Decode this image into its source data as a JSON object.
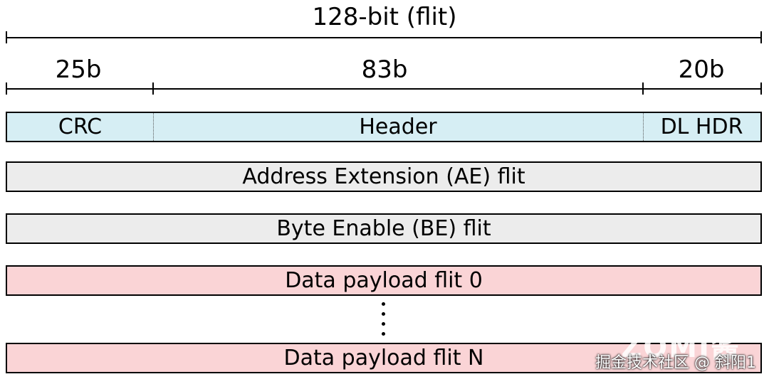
{
  "total": {
    "label": "128-bit (flit)"
  },
  "fields": [
    {
      "size": "25b",
      "name": "CRC"
    },
    {
      "size": "83b",
      "name": "Header"
    },
    {
      "size": "20b",
      "name": "DL HDR"
    }
  ],
  "flits": {
    "ae": "Address Extension (AE) flit",
    "be": "Byte Enable (BE) flit",
    "data0": "Data payload flit 0",
    "dataN": "Data payload flit N"
  },
  "colors": {
    "header_fill": "#d6eef4",
    "ext_fill": "#ececec",
    "data_fill": "#fad4d6"
  },
  "watermark": {
    "text": "掘金技术社区 @ 斜阳1",
    "big": "ZOMI酱"
  }
}
